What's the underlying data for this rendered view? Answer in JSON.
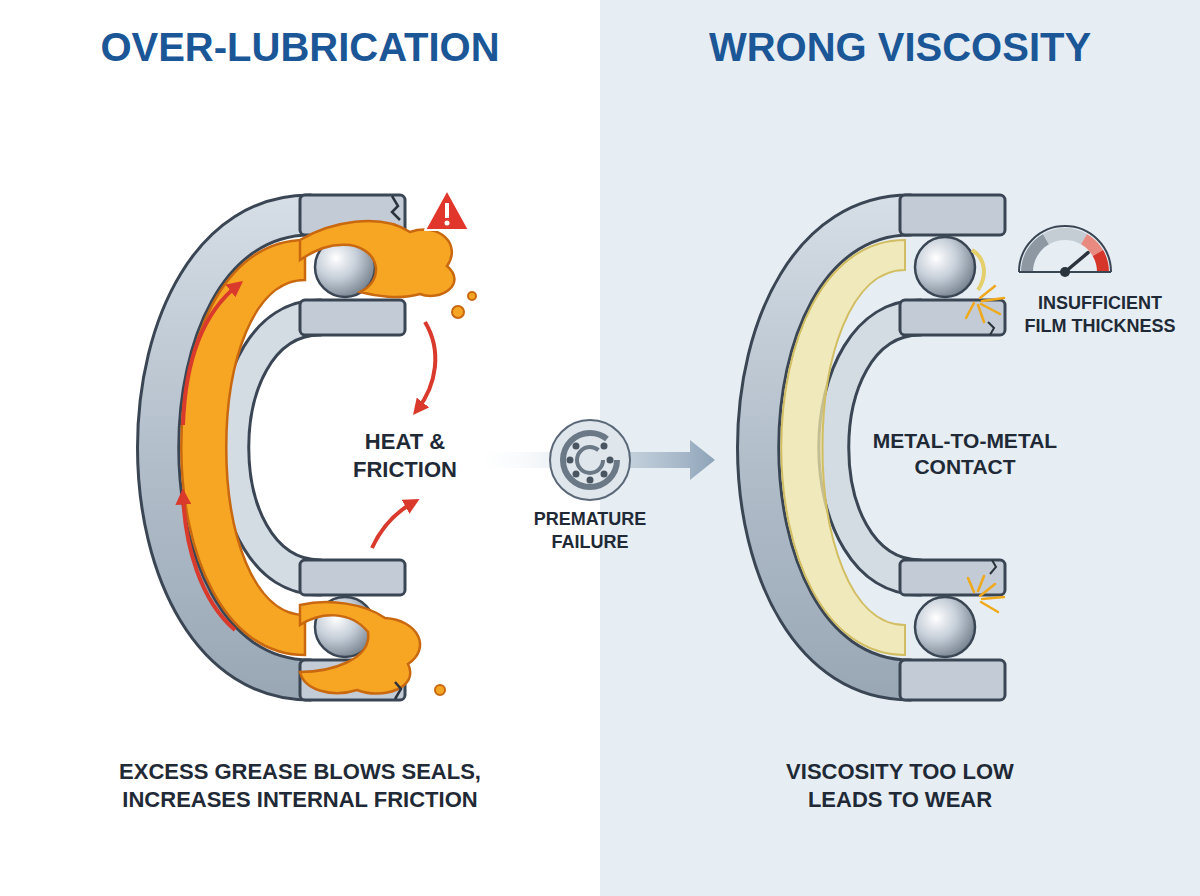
{
  "diagram": {
    "nodes": [
      {
        "text": [
          "OVER-LUBRICATION",
          "EXCESS GREASE BLOWS SEALS, INCREASES INTERNAL FRICTION"
        ]
      },
      {
        "text": [
          "WRONG VISCOSITY",
          "VISCOSITY TOO LOW LEADS TO WEAR"
        ]
      }
    ],
    "labels": [
      "HEAT & FRICTION",
      "PREMATURE FAILURE",
      "INSUFFICIENT FILM THICKNESS",
      "METAL-TO-METAL CONTACT"
    ]
  }
}
